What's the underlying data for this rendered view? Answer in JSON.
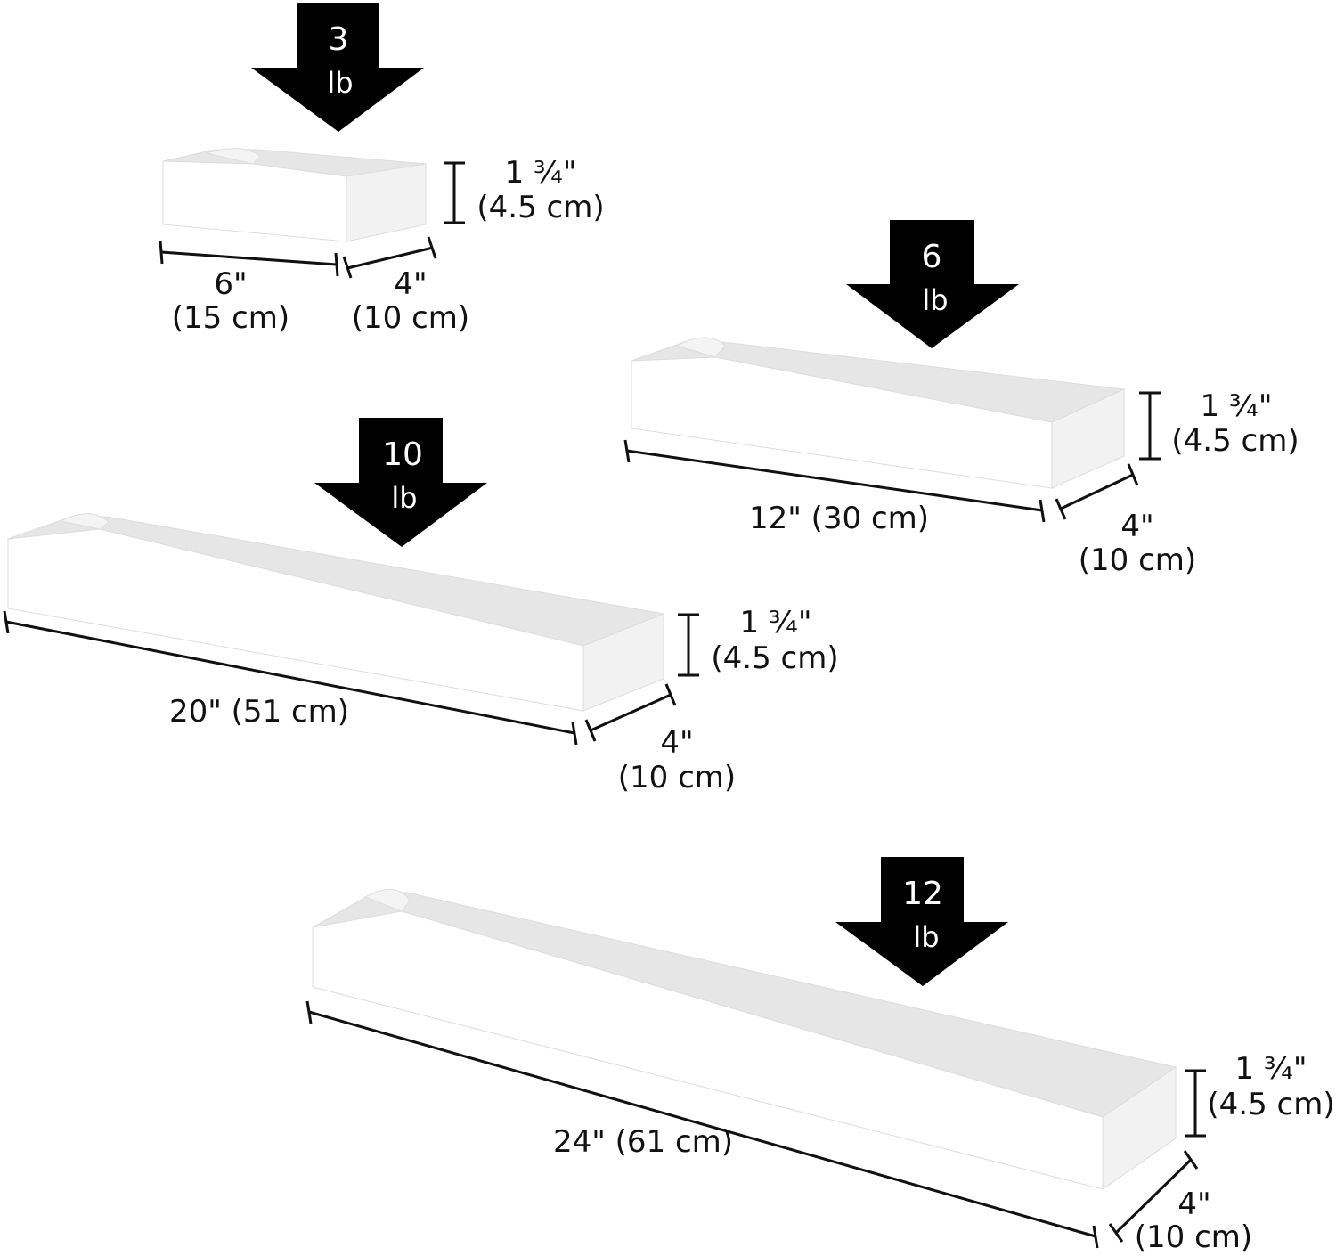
{
  "colors": {
    "arrow": "#000000",
    "arrow_text": "#ffffff",
    "shelf_front": "#ffffff",
    "shelf_top": "#e6e6e6",
    "shelf_end": "#f1f1f1",
    "outline": "#dcdcdc",
    "dimension_line": "#111111",
    "label_text": "#111111"
  },
  "shelves": [
    {
      "id": "6in",
      "load": {
        "value": "3",
        "unit": "lb"
      },
      "length": {
        "line1": "6\"",
        "line2": "(15 cm)"
      },
      "depth": {
        "line1": "4\"",
        "line2": "(10 cm)"
      },
      "height": {
        "line1": "1 ¾\"",
        "line2": "(4.5 cm)"
      }
    },
    {
      "id": "12in",
      "load": {
        "value": "6",
        "unit": "lb"
      },
      "length": {
        "line1": "12\" (30 cm)"
      },
      "depth": {
        "line1": "4\"",
        "line2": "(10 cm)"
      },
      "height": {
        "line1": "1 ¾\"",
        "line2": "(4.5 cm)"
      }
    },
    {
      "id": "20in",
      "load": {
        "value": "10",
        "unit": "lb"
      },
      "length": {
        "line1": "20\" (51 cm)"
      },
      "depth": {
        "line1": "4\"",
        "line2": "(10 cm)"
      },
      "height": {
        "line1": "1 ¾\"",
        "line2": "(4.5 cm)"
      }
    },
    {
      "id": "24in",
      "load": {
        "value": "12",
        "unit": "lb"
      },
      "length": {
        "line1": "24\" (61 cm)"
      },
      "depth": {
        "line1": "4\"",
        "line2": "(10 cm)"
      },
      "height": {
        "line1": "1 ¾\"",
        "line2": "(4.5 cm)"
      }
    }
  ]
}
